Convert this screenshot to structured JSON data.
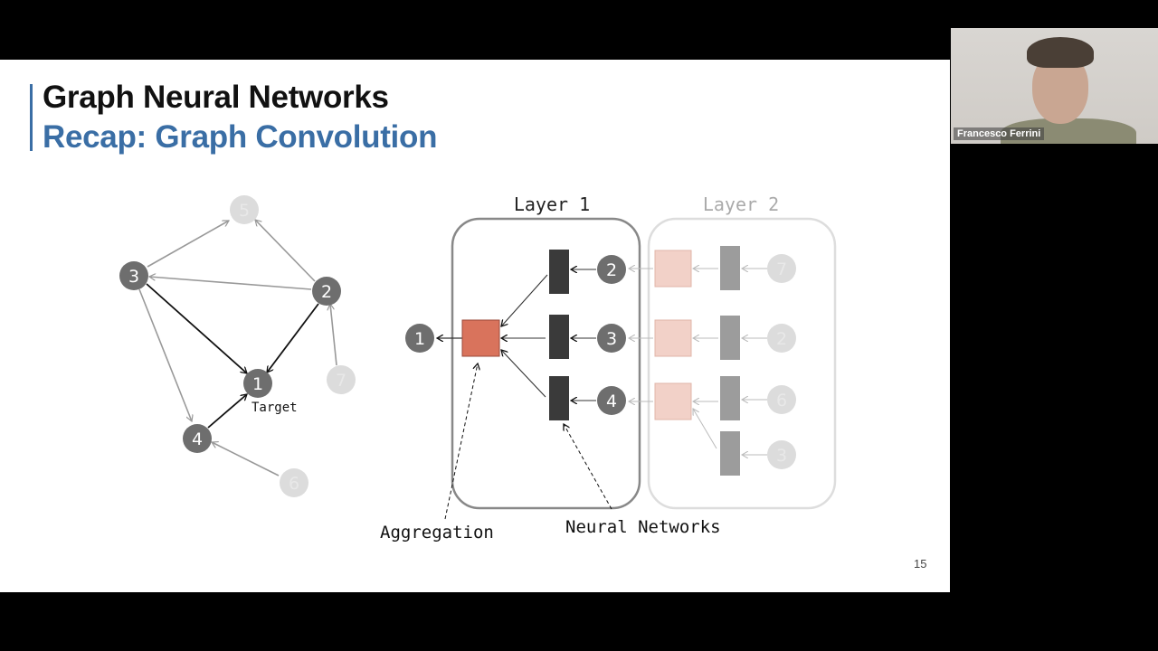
{
  "slide": {
    "title": "Graph Neural Networks",
    "subtitle": "Recap: Graph Convolution",
    "page_number": "15",
    "accent_color": "#3a6ea5"
  },
  "graph": {
    "target_label": "Target",
    "nodes": [
      {
        "id": "1",
        "active": true
      },
      {
        "id": "2",
        "active": true
      },
      {
        "id": "3",
        "active": true
      },
      {
        "id": "4",
        "active": true
      },
      {
        "id": "5",
        "active": false
      },
      {
        "id": "6",
        "active": false
      },
      {
        "id": "7",
        "active": false
      }
    ]
  },
  "network": {
    "layer1_label": "Layer 1",
    "layer2_label": "Layer 2",
    "output_node": "1",
    "layer1_inputs": [
      "2",
      "3",
      "4"
    ],
    "layer2_inputs": [
      "7",
      "2",
      "6",
      "3"
    ],
    "aggregation_label": "Aggregation",
    "neural_networks_label": "Neural Networks",
    "aggregation_color": "#d9735c",
    "aggregation_faded_color": "#f2d1c8"
  },
  "webcam": {
    "participant_name": "Francesco Ferrini"
  }
}
